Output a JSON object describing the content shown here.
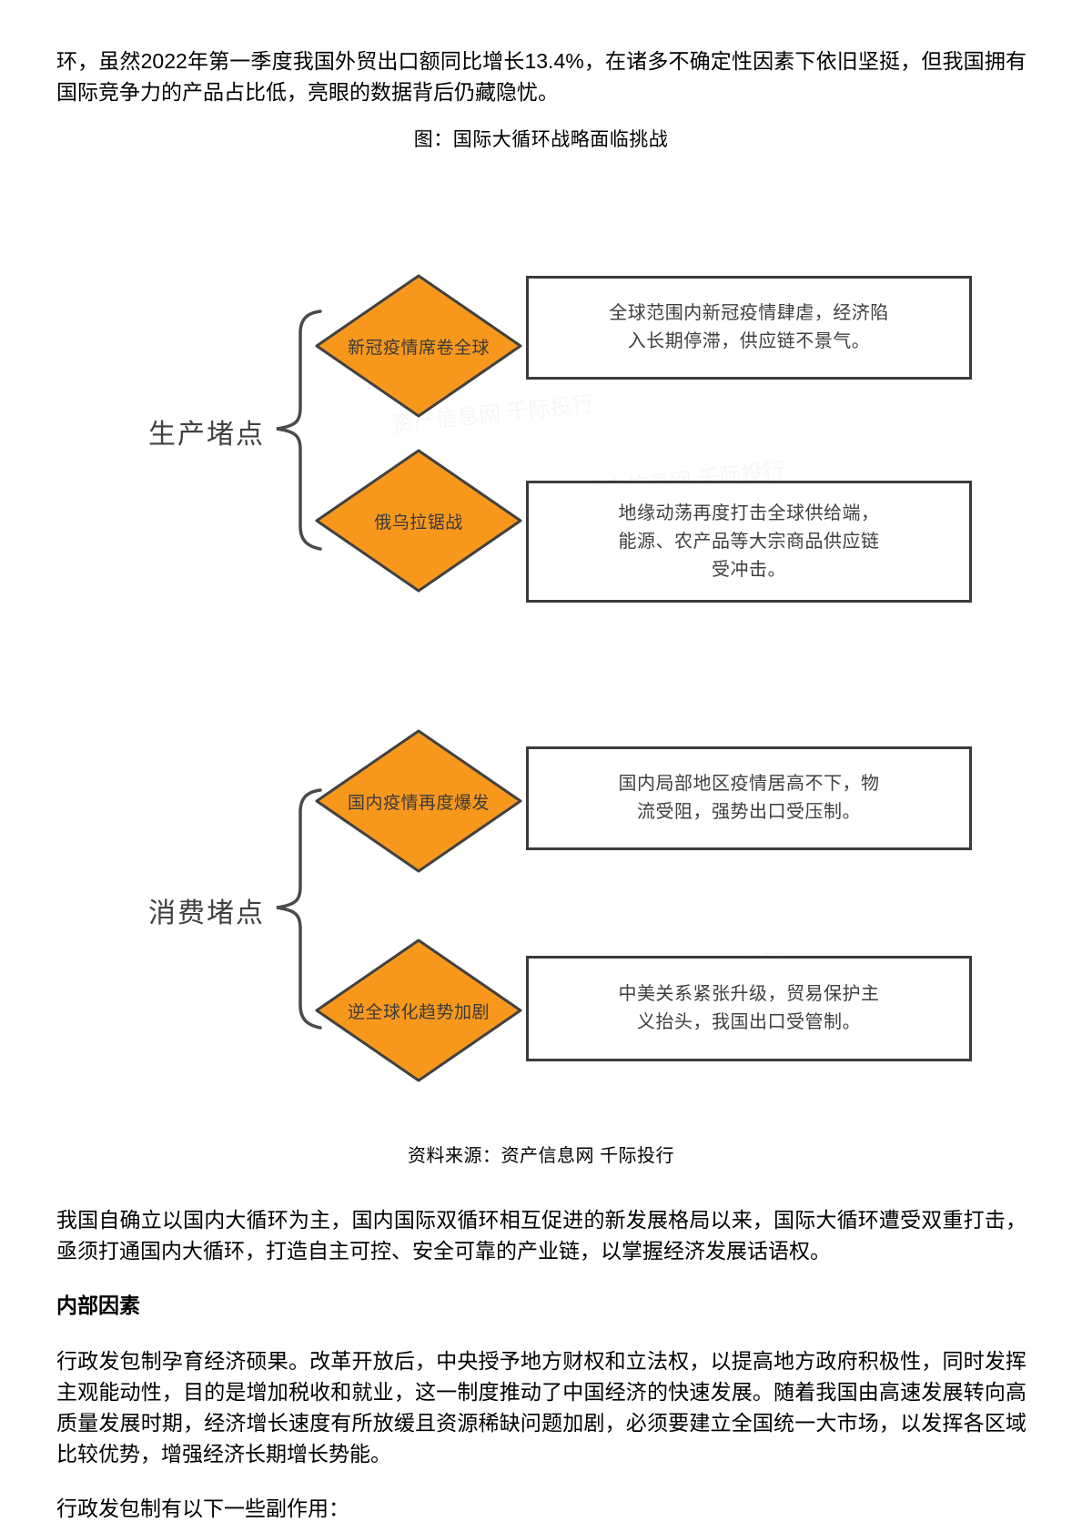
{
  "page": {
    "intro_paragraph": "环，虽然2022年第一季度我国外贸出口额同比增长13.4%，在诸多不确定性因素下依旧坚挺，但我国拥有国际竞争力的产品占比低，亮眼的数据背后仍藏隐忧。",
    "figure_title": "图：国际大循环战略面临挑战",
    "source_note": "资料来源：资产信息网 千际投行",
    "paragraph_2": "我国自确立以国内大循环为主，国内国际双循环相互促进的新发展格局以来，国际大循环遭受双重打击，亟须打通国内大循环，打造自主可控、安全可靠的产业链，以掌握经济发展话语权。",
    "section_heading": "内部因素",
    "paragraph_3": "行政发包制孕育经济硕果。改革开放后，中央授予地方财权和立法权，以提高地方政府积极性，同时发挥主观能动性，目的是增加税收和就业，这一制度推动了中国经济的快速发展。随着我国由高速发展转向高质量发展时期，经济增长速度有所放缓且资源稀缺问题加剧，必须要建立全国统一大市场，以发挥各区域比较优势，增强经济长期增长势能。",
    "paragraph_4": "行政发包制有以下一些副作用：",
    "watermark_text": "资产信息网 千际投行"
  },
  "diagram": {
    "groups": [
      {
        "label": "生产堵点",
        "items": [
          {
            "node": "新冠疫情席卷全球",
            "desc_lines": [
              "全球范围内新冠疫情肆虐，经济陷",
              "入长期停滞，供应链不景气。"
            ]
          },
          {
            "node": "俄乌拉锯战",
            "desc_lines": [
              "地缘动荡再度打击全球供给端，",
              "能源、农产品等大宗商品供应链",
              "受冲击。"
            ]
          }
        ]
      },
      {
        "label": "消费堵点",
        "items": [
          {
            "node": "国内疫情再度爆发",
            "desc_lines": [
              "国内局部地区疫情居高不下，物",
              "流受阻，强势出口受压制。"
            ]
          },
          {
            "node": "逆全球化趋势加剧",
            "desc_lines": [
              "中美关系紧张升级，贸易保护主",
              "义抬头，我国出口受管制。"
            ]
          }
        ]
      }
    ],
    "colors": {
      "diamond_fill": "#F7981D",
      "diamond_border": "#414141",
      "box_border": "#3B3B3B",
      "box_text": "#3F3F3F",
      "brace": "#4A4A4A",
      "label_text": "#404040"
    }
  }
}
